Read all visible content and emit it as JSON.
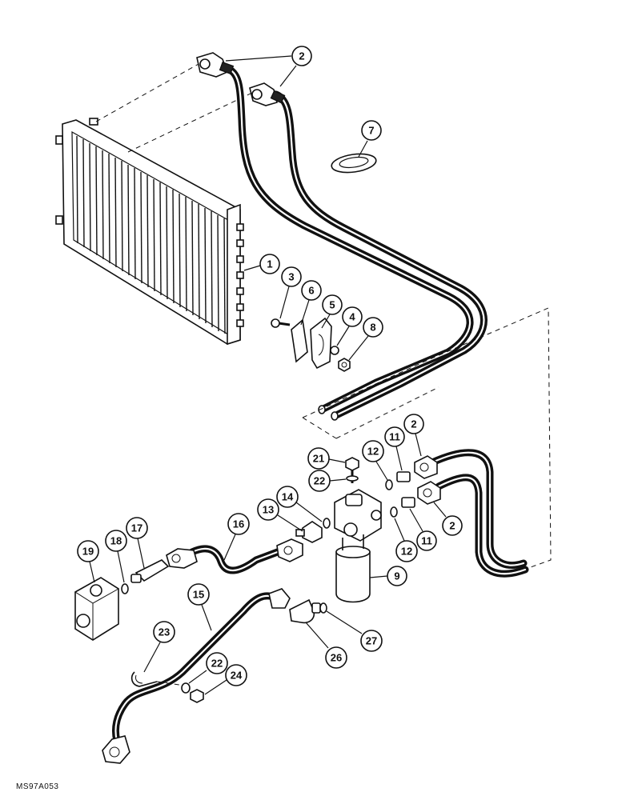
{
  "figure_code": "MS97A053",
  "callouts": [
    {
      "id": "c2a",
      "label": "2"
    },
    {
      "id": "c7",
      "label": "7"
    },
    {
      "id": "c1",
      "label": "1"
    },
    {
      "id": "c3",
      "label": "3"
    },
    {
      "id": "c6",
      "label": "6"
    },
    {
      "id": "c5",
      "label": "5"
    },
    {
      "id": "c4",
      "label": "4"
    },
    {
      "id": "c8",
      "label": "8"
    },
    {
      "id": "c21",
      "label": "21"
    },
    {
      "id": "c22a",
      "label": "22"
    },
    {
      "id": "c12a",
      "label": "12"
    },
    {
      "id": "c11a",
      "label": "11"
    },
    {
      "id": "c2b",
      "label": "2"
    },
    {
      "id": "c14",
      "label": "14"
    },
    {
      "id": "c13",
      "label": "13"
    },
    {
      "id": "c16",
      "label": "16"
    },
    {
      "id": "c17",
      "label": "17"
    },
    {
      "id": "c18",
      "label": "18"
    },
    {
      "id": "c19",
      "label": "19"
    },
    {
      "id": "c12b",
      "label": "12"
    },
    {
      "id": "c11b",
      "label": "11"
    },
    {
      "id": "c2c",
      "label": "2"
    },
    {
      "id": "c9",
      "label": "9"
    },
    {
      "id": "c15",
      "label": "15"
    },
    {
      "id": "c23",
      "label": "23"
    },
    {
      "id": "c26",
      "label": "26"
    },
    {
      "id": "c27",
      "label": "27"
    },
    {
      "id": "c22b",
      "label": "22"
    },
    {
      "id": "c24",
      "label": "24"
    }
  ]
}
